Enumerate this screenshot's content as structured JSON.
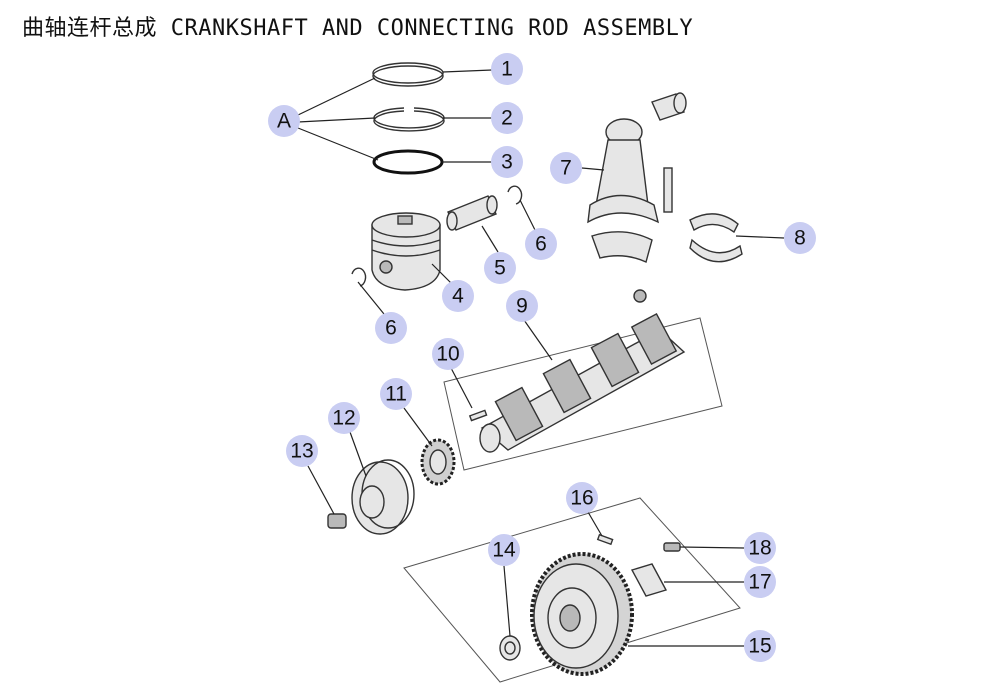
{
  "title": "曲轴连杆总成 CRANKSHAFT AND CONNECTING ROD ASSEMBLY",
  "callouts": {
    "c1": "1",
    "c2": "2",
    "c3": "3",
    "cA": "A",
    "c4": "4",
    "c5": "5",
    "c6a": "6",
    "c6b": "6",
    "c7": "7",
    "c8": "8",
    "c9": "9",
    "c10": "10",
    "c11": "11",
    "c12": "12",
    "c13": "13",
    "c14": "14",
    "c15": "15",
    "c16": "16",
    "c17": "17",
    "c18": "18"
  },
  "colors": {
    "bubble": "#c9cdf2",
    "line": "#333333"
  }
}
